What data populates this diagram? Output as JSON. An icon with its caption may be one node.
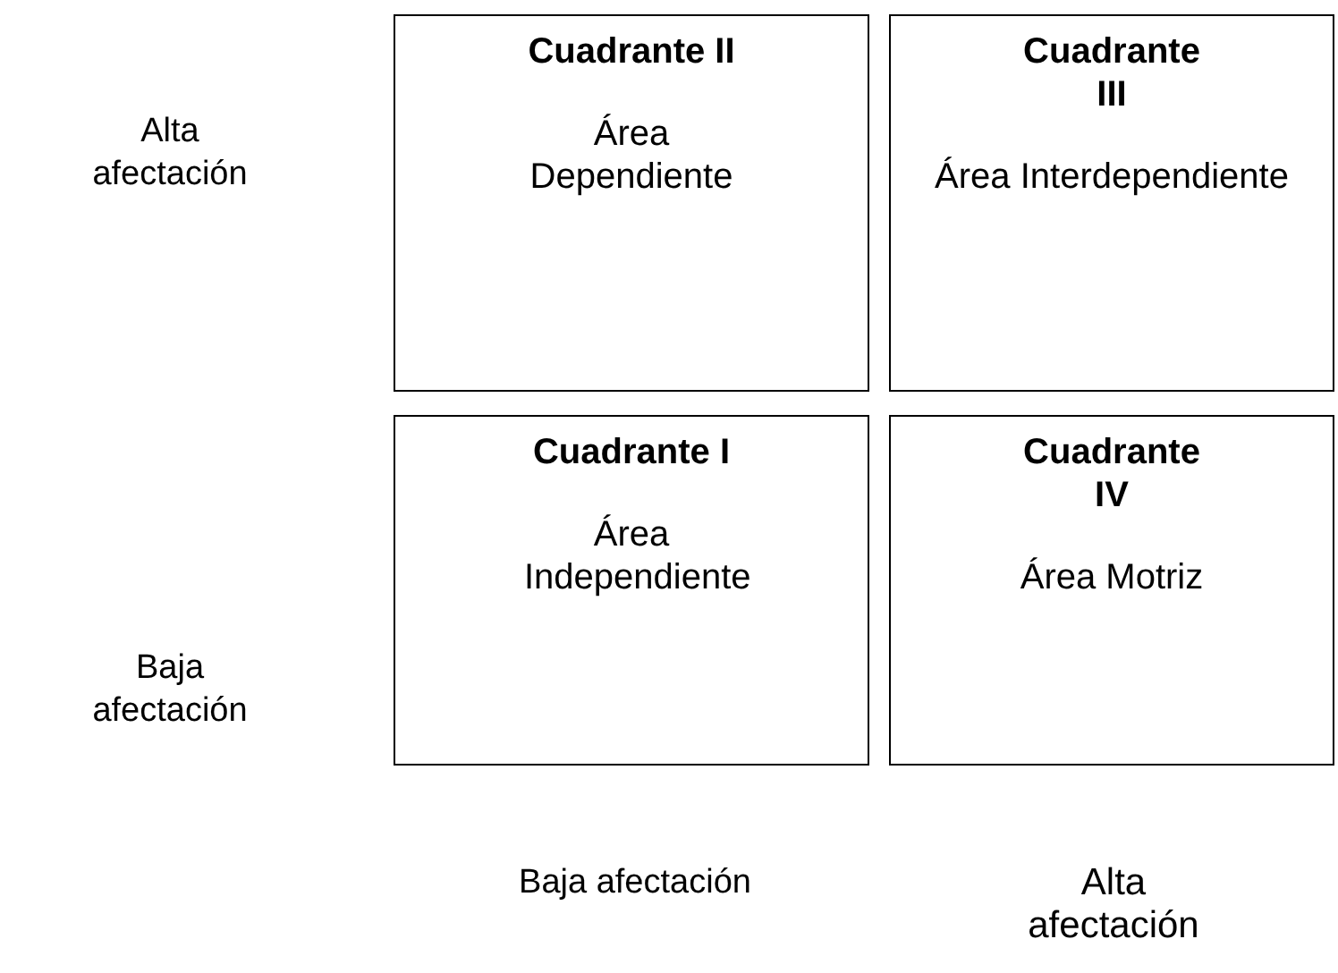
{
  "diagram": {
    "nodes": [
      {
        "text": [
          "Cuadrante II",
          "Área Dependiente"
        ]
      },
      {
        "text": [
          "Cuadrante III",
          "Área Interdependiente"
        ]
      },
      {
        "text": [
          "Cuadrante I",
          "Área Independiente"
        ]
      },
      {
        "text": [
          "Cuadrante IV",
          "Área Motriz"
        ]
      }
    ],
    "labels": [
      "Alta afectación",
      "Baja afectación",
      "Baja afectación",
      "Alta afectación"
    ]
  }
}
